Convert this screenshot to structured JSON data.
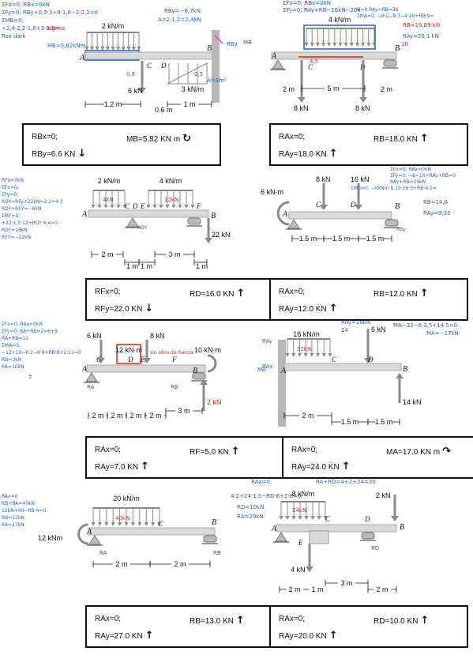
{
  "colors": {
    "ink": "#111111",
    "blue": "#1f5fd6",
    "red": "#e0201a",
    "magenta": "#e040c8",
    "beam": "#d9d9d9",
    "wall": "#b7b7b7",
    "arrow": "#8a8a8a"
  },
  "problems": [
    {
      "id": "p1",
      "diagram_labels": [
        "2 kN/m",
        "3 kN/m",
        "6 kN",
        "A",
        "B",
        "C",
        "D",
        "1.2 m",
        "1 m",
        "0.6 m"
      ],
      "notes": [
        "ΣFx=0; RBx=0kN",
        "ΣFy=0; RBy+0,5·3+6·1,6−2·2,2=0",
        "ΣMB=0;",
        "+2,4·2,2·1,6+3·0,5=",
        "Rox dark",
        "RBy=−6,7kN",
        "A=2·1,2=2,4kN",
        "signos",
        "MB=5,82kNm",
        "0,6",
        "0,5",
        "A=3m²",
        "RBy",
        "MB"
      ],
      "answer": {
        "left1": "RBx=0;",
        "left2": "RBy=6.6 KN",
        "right1": "MB=5.82 KN m",
        "arrow_l2": "↓",
        "arrow_r1": "↻"
      }
    },
    {
      "id": "p2",
      "diagram_labels": [
        "4 kN/m",
        "A",
        "B",
        "C",
        "D",
        "2 m",
        "5 m",
        "8 kN"
      ],
      "notes": [
        "ΣFx=0; RBx=0kN",
        "ΣFy=0; RAy+RB−16kN−20kN=0 RAy+RB=36",
        "ΣMA=0; −8·2−8·7−4·20+RB·9=",
        "RB=16,89 kN",
        "RAy=29,1 kN",
        "18",
        "4,5"
      ],
      "answer": {
        "left1": "RAx=0;",
        "left2": "RAy=18.0 KN",
        "right1": "RB=18.0 KN",
        "arrow_l2": "↑",
        "arrow_r1": "↑"
      }
    },
    {
      "id": "p3",
      "diagram_labels": [
        "2 kN/m",
        "4 kN/m",
        "A",
        "C",
        "D",
        "E",
        "F",
        "B",
        "22 kN",
        "2 m",
        "1 m",
        "3 m"
      ],
      "notes": [
        "RFx=0kN",
        "ΣFx=0;",
        "ΣFy=0;",
        "RDY=RFy+22kN=2·2+4·3",
        "RDY+RFY=−6kN",
        "ΣMF=0;",
        "+22·1,5·12+RDY·6·4=0",
        "RDY=16kN",
        "RFY=−22kN",
        "4kN",
        "12kN",
        "RDY"
      ],
      "answer": {
        "left1": "RFx=0;",
        "left2": "RFy=22.0 KN",
        "right1": "RD=16.0 KN",
        "arrow_l2": "↓",
        "arrow_r1": "↑"
      }
    },
    {
      "id": "p4",
      "diagram_labels": [
        "8 kN",
        "16 kN",
        "6 kN·m",
        "A",
        "C",
        "D",
        "B",
        "1.5 m"
      ],
      "notes": [
        "ΣFx=0; RAx=0kN",
        "ΣFy=0; −8−16+RAy+RB=0",
        "RAy+RB=24kN",
        "ΣMB=0; −6kNm·8,15·16·3+RB·4,5=",
        "RB=14,6",
        "RAy=9,33",
        "RBy"
      ],
      "answer": {
        "left1": "RAx=0;",
        "left2": "RAy=12.0 KN",
        "right1": "RB=12.0 KN",
        "arrow_l2": "↑",
        "arrow_r1": "↑"
      }
    },
    {
      "id": "p5",
      "diagram_labels": [
        "6 kN",
        "8 kN",
        "12 kN·m",
        "10 kN·m",
        "A",
        "C",
        "D",
        "E",
        "F",
        "B",
        "2 kN",
        "2 m",
        "3 m"
      ],
      "notes": [
        "ΣFx=0; RAx=0kN",
        "ΣFy=0; RA+RB=2=6+8",
        "RA+RB=12",
        "ΣMA=0;",
        "−12+10−6·2−8·8+RB·8+2·11=0",
        "RB=3kN",
        "RA=10kN",
        "7",
        "RB",
        "RA",
        "sin obra de fuerza"
      ],
      "answer": {
        "left1": "RAx=0;",
        "left2": "RAy=7.0 KN",
        "right1": "RF=5.0 KN",
        "arrow_l2": "↑",
        "arrow_r1": "↑"
      }
    },
    {
      "id": "p6",
      "diagram_labels": [
        "16 kN/m",
        "6 kN",
        "A",
        "C",
        "D",
        "B",
        "14 kN",
        "2 m",
        "1.5 m"
      ],
      "notes": [
        "RAx=0kN",
        "RAy=14·16·2+6",
        "RAy=18kN",
        "24",
        "ΣMA=0;",
        "MA−32−6·3,5+14·5=0",
        "MA=−17kN",
        "32kN",
        "RAy",
        "RAx",
        "MA"
      ],
      "answer": {
        "left1": "RAx=0;",
        "left2": "RAy=24.0 KN",
        "right1": "MA=17.0 KN m",
        "arrow_l2": "↑",
        "arrow_r1": "↷"
      }
    },
    {
      "id": "p7",
      "diagram_labels": [
        "20 kN/m",
        "12 kNm",
        "A",
        "C",
        "B",
        "2 m"
      ],
      "notes": [
        "RAx=0",
        "RB+RA=40kN",
        "12kN+40−RB·4=0",
        "RB=13kN",
        "RA=27kN",
        "40kN",
        "RA",
        "RB"
      ],
      "answer": {
        "left1": "RAx=0;",
        "left2": "RAy=27.0 KN",
        "right1": "RB=13.0 KN",
        "arrow_l2": "↑",
        "arrow_r1": "↑"
      }
    },
    {
      "id": "p8",
      "diagram_labels": [
        "8 kN/m",
        "2 kN",
        "4 kN",
        "A",
        "C",
        "D",
        "B",
        "E",
        "2 m",
        "1 m",
        "3 m"
      ],
      "notes": [
        "RAx=0;",
        "RA+RD=4+2+24=30",
        "4·2+24·1,5−RD·6+2·8=0",
        "RD=10kN",
        "RA=20kN",
        "24kN",
        "RD"
      ],
      "answer": {
        "left1": "RAx=0;",
        "left2": "RAy=20.0 KN",
        "right1": "RD=10.0 KN",
        "arrow_l2": "↑",
        "arrow_r1": "↑"
      }
    }
  ]
}
